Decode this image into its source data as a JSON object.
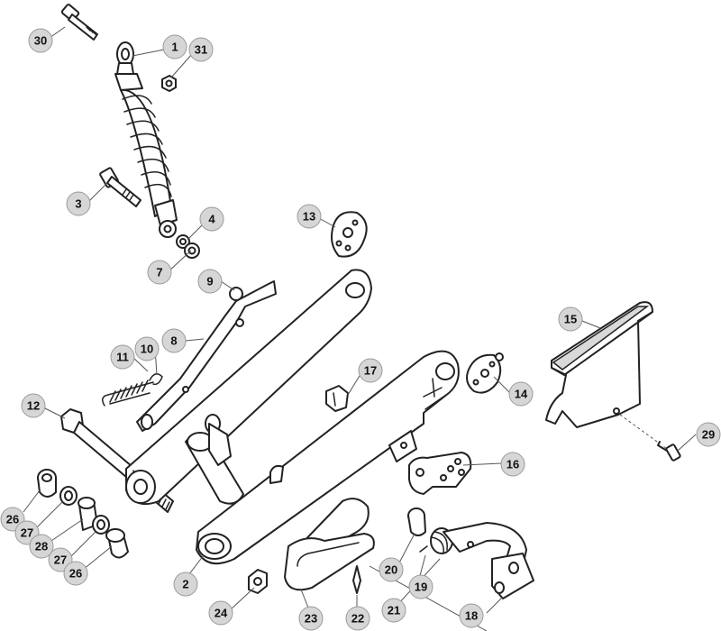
{
  "callouts": [
    {
      "number": "30"
    },
    {
      "number": "1"
    },
    {
      "number": "31"
    },
    {
      "number": "3"
    },
    {
      "number": "4"
    },
    {
      "number": "7"
    },
    {
      "number": "13"
    },
    {
      "number": "9"
    },
    {
      "number": "8"
    },
    {
      "number": "10"
    },
    {
      "number": "11"
    },
    {
      "number": "12"
    },
    {
      "number": "15"
    },
    {
      "number": "17"
    },
    {
      "number": "14"
    },
    {
      "number": "29"
    },
    {
      "number": "16"
    },
    {
      "number": "26"
    },
    {
      "number": "27"
    },
    {
      "number": "28"
    },
    {
      "number": "27"
    },
    {
      "number": "26"
    },
    {
      "number": "2"
    },
    {
      "number": "20"
    },
    {
      "number": "19"
    },
    {
      "number": "21"
    },
    {
      "number": "24"
    },
    {
      "number": "23"
    },
    {
      "number": "22"
    },
    {
      "number": "18"
    }
  ]
}
